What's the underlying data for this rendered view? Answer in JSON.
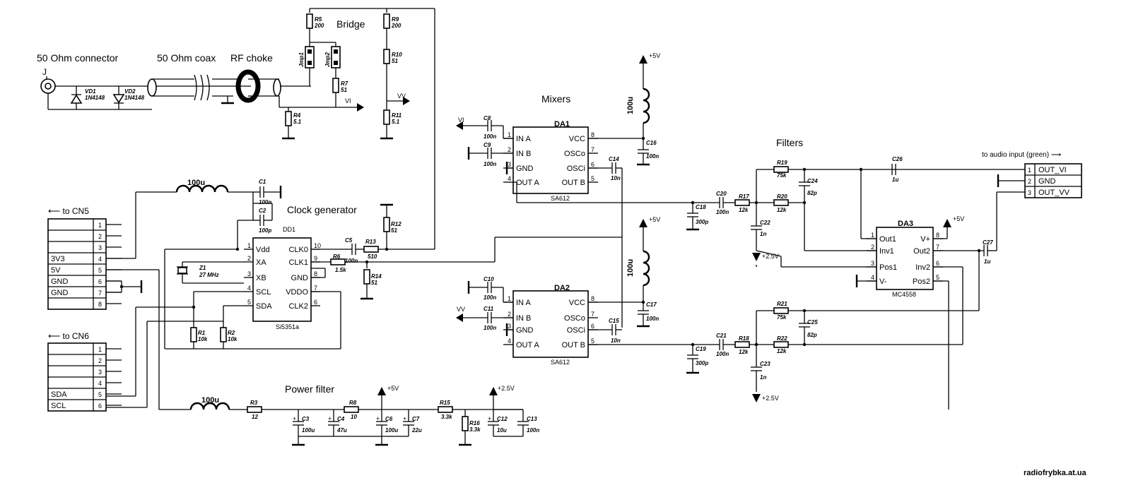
{
  "labels": {
    "connector": "50 Ohm connector",
    "coax": "50 Ohm coax",
    "choke": "RF choke",
    "bridge": "Bridge",
    "mixers": "Mixers",
    "filters": "Filters",
    "clock": "Clock generator",
    "power": "Power filter",
    "to_audio": "to audio input (green) ⟶",
    "to_cn5": "⟵ to CN5",
    "to_cn6": "⟵ to CN6",
    "watermark": "radiofrybka.at.ua",
    "jack": "J"
  },
  "components": {
    "VD1": {
      "ref": "VD1",
      "value": "1N4148"
    },
    "VD2": {
      "ref": "VD2",
      "value": "1N4148"
    },
    "R4": {
      "ref": "R4",
      "value": "5.1"
    },
    "R5": {
      "ref": "R5",
      "value": "200"
    },
    "R7": {
      "ref": "R7",
      "value": "51"
    },
    "R9": {
      "ref": "R9",
      "value": "200"
    },
    "R10": {
      "ref": "R10",
      "value": "51"
    },
    "R11": {
      "ref": "R11",
      "value": "5.1"
    },
    "Jmp1": {
      "ref": "Jmp1"
    },
    "Jmp2": {
      "ref": "Jmp2"
    },
    "VI": "VI",
    "VV": "VV",
    "L1": {
      "value": "100u"
    },
    "C1": {
      "ref": "C1",
      "value": "100n"
    },
    "C2": {
      "ref": "C2",
      "value": "100p"
    },
    "DD1": {
      "ref": "DD1",
      "part": "Si5351a",
      "left": [
        [
          "1",
          "Vdd"
        ],
        [
          "2",
          "XA"
        ],
        [
          "3",
          "XB"
        ],
        [
          "4",
          "SCL"
        ],
        [
          "5",
          "SDA"
        ]
      ],
      "right": [
        [
          "10",
          "CLK0"
        ],
        [
          "9",
          "CLK1"
        ],
        [
          "8",
          "GND"
        ],
        [
          "7",
          "VDDO"
        ],
        [
          "6",
          "CLK2"
        ]
      ]
    },
    "Z1": {
      "ref": "Z1",
      "value": "27 MHz"
    },
    "R1": {
      "ref": "R1",
      "value": "10k"
    },
    "R2": {
      "ref": "R2",
      "value": "10k"
    },
    "C5": {
      "ref": "C5",
      "value": "100n"
    },
    "R6": {
      "ref": "R6",
      "value": "1.5k"
    },
    "R12": {
      "ref": "R12",
      "value": "51"
    },
    "R13": {
      "ref": "R13",
      "value": "510"
    },
    "R14": {
      "ref": "R14",
      "value": "51"
    },
    "C8": {
      "ref": "C8",
      "value": "100n"
    },
    "C9": {
      "ref": "C9",
      "value": "100n"
    },
    "C10": {
      "ref": "C10",
      "value": "100n"
    },
    "C11": {
      "ref": "C11",
      "value": "100n"
    },
    "C14": {
      "ref": "C14",
      "value": "10n"
    },
    "C15": {
      "ref": "C15",
      "value": "10n"
    },
    "C16": {
      "ref": "C16",
      "value": "100n"
    },
    "C17": {
      "ref": "C17",
      "value": "100n"
    },
    "L2": {
      "value": "100u"
    },
    "L3": {
      "value": "100u"
    },
    "pwr_5v_a": "+5V",
    "pwr_5v_b": "+5V",
    "DA1": {
      "ref": "DA1",
      "part": "SA612",
      "left": [
        [
          "1",
          "IN A"
        ],
        [
          "2",
          "IN B"
        ],
        [
          "3",
          "GND"
        ],
        [
          "4",
          "OUT A"
        ]
      ],
      "right": [
        [
          "8",
          "VCC"
        ],
        [
          "7",
          "OSCo"
        ],
        [
          "6",
          "OSCi"
        ],
        [
          "5",
          "OUT B"
        ]
      ]
    },
    "DA2": {
      "ref": "DA2",
      "part": "SA612",
      "left": [
        [
          "1",
          "IN A"
        ],
        [
          "2",
          "IN B"
        ],
        [
          "3",
          "GND"
        ],
        [
          "4",
          "OUT A"
        ]
      ],
      "right": [
        [
          "8",
          "VCC"
        ],
        [
          "7",
          "OSCo"
        ],
        [
          "6",
          "OSCi"
        ],
        [
          "5",
          "OUT B"
        ]
      ]
    },
    "C18": {
      "ref": "C18",
      "value": "300p"
    },
    "C19": {
      "ref": "C19",
      "value": "300p"
    },
    "C20": {
      "ref": "C20",
      "value": "100n"
    },
    "C21": {
      "ref": "C21",
      "value": "100n"
    },
    "R17": {
      "ref": "R17",
      "value": "12k"
    },
    "R18": {
      "ref": "R18",
      "value": "12k"
    },
    "R19": {
      "ref": "R19",
      "value": "75k"
    },
    "R20": {
      "ref": "R20",
      "value": "12k"
    },
    "R21": {
      "ref": "R21",
      "value": "75k"
    },
    "R22": {
      "ref": "R22",
      "value": "12k"
    },
    "C22": {
      "ref": "C22",
      "value": "1n"
    },
    "C23": {
      "ref": "C23",
      "value": "1n"
    },
    "C24": {
      "ref": "C24",
      "value": "82p"
    },
    "C25": {
      "ref": "C25",
      "value": "82p"
    },
    "C26": {
      "ref": "C26",
      "value": "1u"
    },
    "C27": {
      "ref": "C27",
      "value": "1u"
    },
    "pwr_25_a": "+2.5V",
    "pwr_25_b": "+2.5V",
    "pwr_5v_c": "+5V",
    "DA3": {
      "ref": "DA3",
      "part": "MC4558",
      "left": [
        [
          "1",
          "Out1"
        ],
        [
          "2",
          "Inv1"
        ],
        [
          "3",
          "Pos1"
        ],
        [
          "4",
          "V-"
        ]
      ],
      "right": [
        [
          "8",
          "V+"
        ],
        [
          "7",
          "Out2"
        ],
        [
          "6",
          "Inv2"
        ],
        [
          "5",
          "Pos2"
        ]
      ]
    },
    "L4": {
      "value": "100u"
    },
    "R3": {
      "ref": "R3",
      "value": "12"
    },
    "R8": {
      "ref": "R8",
      "value": "10"
    },
    "R15": {
      "ref": "R15",
      "value": "3.3k"
    },
    "R16": {
      "ref": "R16",
      "value": "3.3k"
    },
    "C3": {
      "ref": "C3",
      "value": "100u"
    },
    "C4": {
      "ref": "C4",
      "value": "47u"
    },
    "C6": {
      "ref": "C6",
      "value": "100u"
    },
    "C7": {
      "ref": "C7",
      "value": "22u"
    },
    "C12": {
      "ref": "C12",
      "value": "10u"
    },
    "C13": {
      "ref": "C13",
      "value": "100n"
    },
    "pwr_5v_d": "+5V",
    "pwr_25_c": "+2.5V",
    "plus": "+"
  },
  "cn5": [
    {
      "num": "1",
      "label": ""
    },
    {
      "num": "2",
      "label": ""
    },
    {
      "num": "3",
      "label": ""
    },
    {
      "num": "4",
      "label": "3V3"
    },
    {
      "num": "5",
      "label": "5V"
    },
    {
      "num": "6",
      "label": "GND"
    },
    {
      "num": "7",
      "label": "GND"
    },
    {
      "num": "8",
      "label": ""
    }
  ],
  "cn6": [
    {
      "num": "1",
      "label": ""
    },
    {
      "num": "2",
      "label": ""
    },
    {
      "num": "3",
      "label": ""
    },
    {
      "num": "4",
      "label": ""
    },
    {
      "num": "5",
      "label": "SDA"
    },
    {
      "num": "6",
      "label": "SCL"
    }
  ],
  "audio": [
    {
      "num": "1",
      "label": "OUT_VI"
    },
    {
      "num": "2",
      "label": "GND"
    },
    {
      "num": "3",
      "label": "OUT_VV"
    }
  ]
}
